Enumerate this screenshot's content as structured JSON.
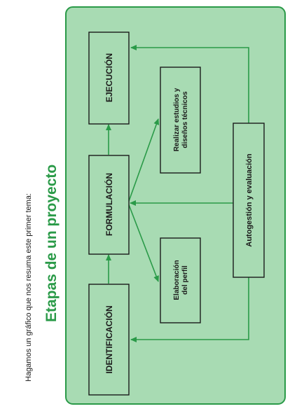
{
  "intro_text": "Hagamos un gráfico que nos resuma este primer tema:",
  "title": "Etapas de un proyecto",
  "colors": {
    "panel_fill": "#a8dbb3",
    "panel_border": "#2a9a48",
    "title": "#2a9a48",
    "arrow": "#2a9a48",
    "box_fill": "#a8dbb3",
    "box_border": "#1a1a1a"
  },
  "nodes": {
    "identificacion": "IDENTIFICACIÓN",
    "formulacion": "FORMULACIÓN",
    "ejecucion": "EJECUCIÓN",
    "elaboracion_line1": "Elaboración",
    "elaboracion_line2": "del perfil",
    "estudios_line1": "Realizar estudios y",
    "estudios_line2": "diseños técnicos",
    "autogestion": "Autogestión y evaluación"
  }
}
